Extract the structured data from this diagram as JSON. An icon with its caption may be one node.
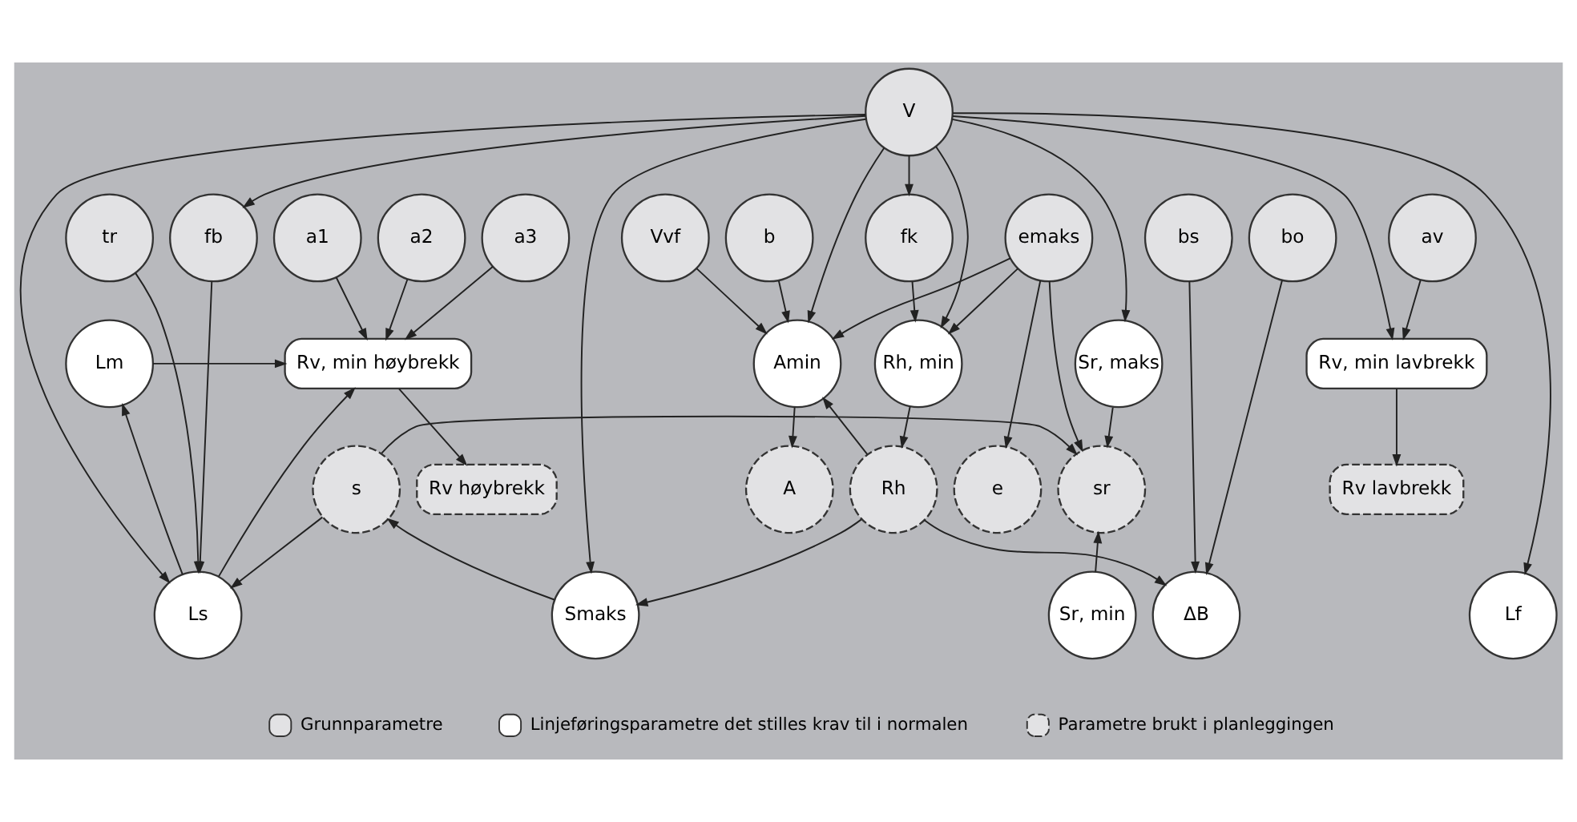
{
  "diagram": {
    "nodes": [
      {
        "text": [
          "V"
        ]
      },
      {
        "text": [
          "av"
        ]
      },
      {
        "text": [
          "a1"
        ]
      },
      {
        "text": [
          "a2"
        ]
      },
      {
        "text": [
          "a3"
        ]
      },
      {
        "text": [
          "tr"
        ]
      },
      {
        "text": [
          "fb"
        ]
      },
      {
        "text": [
          "Lf"
        ]
      },
      {
        "text": [
          "Ls"
        ]
      },
      {
        "text": [
          "Smaks"
        ]
      },
      {
        "text": [
          "Vvf"
        ]
      },
      {
        "text": [
          "b"
        ]
      },
      {
        "text": [
          "emaks"
        ]
      },
      {
        "text": [
          "fk"
        ]
      },
      {
        "text": [
          "bs"
        ]
      },
      {
        "text": [
          "bo"
        ]
      },
      {
        "text": [
          "Rv, min lavbrekk"
        ]
      },
      {
        "text": [
          "Rv, min høybrekk"
        ]
      },
      {
        "text": [
          "Lm"
        ]
      },
      {
        "text": [
          "Sr, maks"
        ]
      },
      {
        "text": [
          "Amin"
        ]
      },
      {
        "text": [
          "Rh, min"
        ]
      },
      {
        "text": [
          "ΔB"
        ]
      },
      {
        "text": [
          "Sr, min"
        ]
      },
      {
        "text": [
          "Rv lavbrekk"
        ]
      },
      {
        "text": [
          "Rv høybrekk"
        ]
      },
      {
        "text": [
          "s"
        ]
      },
      {
        "text": [
          "sr"
        ]
      },
      {
        "text": [
          "A"
        ]
      },
      {
        "text": [
          "e"
        ]
      },
      {
        "text": [
          "Rh"
        ]
      }
    ],
    "edges": [
      {
        "from": 0,
        "to": 16,
        "arrow": "to"
      },
      {
        "from": 0,
        "to": 7,
        "arrow": "to"
      },
      {
        "from": 0,
        "to": 8,
        "arrow": "to"
      },
      {
        "from": 0,
        "to": 6,
        "arrow": "to"
      },
      {
        "from": 0,
        "to": 9,
        "arrow": "to"
      },
      {
        "from": 0,
        "to": 19,
        "arrow": "to"
      },
      {
        "from": 0,
        "to": 20,
        "arrow": "to"
      },
      {
        "from": 0,
        "to": 21,
        "arrow": "to"
      },
      {
        "from": 0,
        "to": 13,
        "arrow": "to"
      },
      {
        "from": 1,
        "to": 16,
        "arrow": "to"
      },
      {
        "from": 2,
        "to": 17,
        "arrow": "to"
      },
      {
        "from": 3,
        "to": 17,
        "arrow": "to"
      },
      {
        "from": 4,
        "to": 17,
        "arrow": "to"
      },
      {
        "from": 5,
        "to": 8,
        "arrow": "to"
      },
      {
        "from": 6,
        "to": 8,
        "arrow": "to"
      },
      {
        "from": 8,
        "to": 17,
        "arrow": "to"
      },
      {
        "from": 8,
        "to": 18,
        "arrow": "to"
      },
      {
        "from": 18,
        "to": 17,
        "arrow": "to"
      },
      {
        "from": 26,
        "to": 8,
        "arrow": "to"
      },
      {
        "from": 9,
        "to": 26,
        "arrow": "to"
      },
      {
        "from": 10,
        "to": 20,
        "arrow": "to"
      },
      {
        "from": 11,
        "to": 20,
        "arrow": "to"
      },
      {
        "from": 12,
        "to": 20,
        "arrow": "to"
      },
      {
        "from": 12,
        "to": 27,
        "arrow": "to"
      },
      {
        "from": 12,
        "to": 29,
        "arrow": "to"
      },
      {
        "from": 12,
        "to": 21,
        "arrow": "to"
      },
      {
        "from": 13,
        "to": 21,
        "arrow": "to"
      },
      {
        "from": 14,
        "to": 22,
        "arrow": "to"
      },
      {
        "from": 15,
        "to": 22,
        "arrow": "to"
      },
      {
        "from": 16,
        "to": 24,
        "arrow": "to"
      },
      {
        "from": 17,
        "to": 25,
        "arrow": "to"
      },
      {
        "from": 19,
        "to": 27,
        "arrow": "to"
      },
      {
        "from": 23,
        "to": 27,
        "arrow": "to"
      },
      {
        "from": 26,
        "to": 27,
        "arrow": "to"
      },
      {
        "from": 20,
        "to": 28,
        "arrow": "to"
      },
      {
        "from": 21,
        "to": 30,
        "arrow": "to"
      },
      {
        "from": 30,
        "to": 22,
        "arrow": "to"
      },
      {
        "from": 30,
        "to": 9,
        "arrow": "to"
      },
      {
        "from": 30,
        "to": 20,
        "arrow": "to"
      }
    ],
    "legend": [
      {
        "text": "Grunnparametre"
      },
      {
        "text": "Linjeføringsparametre det stilles krav til i normalen"
      },
      {
        "text": "Parametre brukt i planleggingen"
      }
    ]
  }
}
